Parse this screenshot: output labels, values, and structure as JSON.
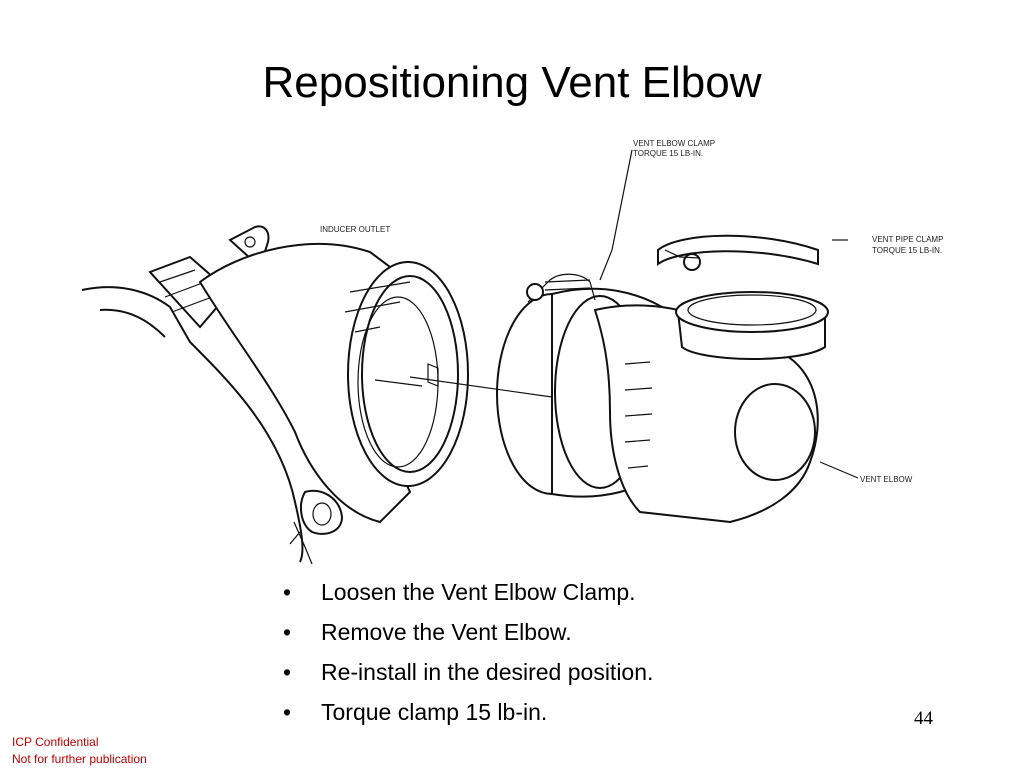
{
  "slide": {
    "title": "Repositioning Vent Elbow",
    "page_number": "44"
  },
  "diagram": {
    "callouts": {
      "inducer_outlet": "INDUCER OUTLET",
      "vent_elbow_clamp_line1": "VENT ELBOW CLAMP",
      "vent_elbow_clamp_line2": "TORQUE 15 LB-IN.",
      "vent_pipe_clamp_line1": "VENT PIPE CLAMP",
      "vent_pipe_clamp_line2": "TORQUE 15 LB-IN.",
      "vent_elbow": "VENT ELBOW"
    }
  },
  "bullets": [
    "Loosen the Vent Elbow Clamp.",
    "Remove the Vent Elbow.",
    "Re-install in the desired position.",
    "Torque clamp 15 lb-in."
  ],
  "footer": {
    "line1": "ICP Confidential",
    "line2": "Not for further publication"
  }
}
